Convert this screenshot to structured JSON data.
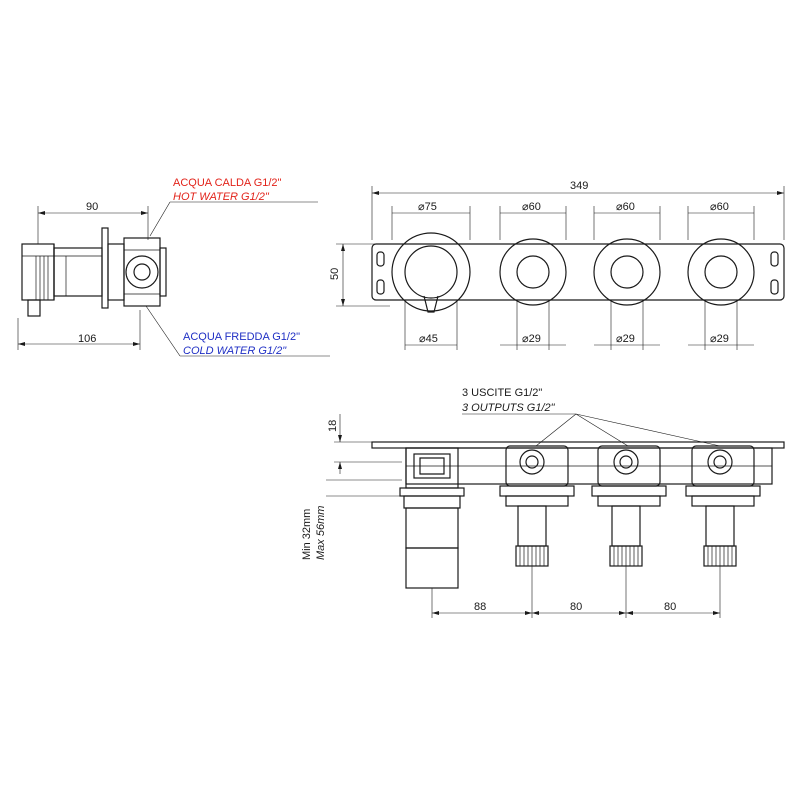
{
  "labels": {
    "hot_water_it": "ACQUA CALDA G1/2\"",
    "hot_water_en": "HOT WATER G1/2\"",
    "cold_water_it": "ACQUA FREDDA G1/2\"",
    "cold_water_en": "COLD WATER G1/2\"",
    "outputs_it": "3 USCITE G1/2\"",
    "outputs_en": "3 OUTPUTS G1/2\"",
    "depth_min": "Min 32mm",
    "depth_max": "Max 56mm"
  },
  "colors": {
    "hot": "#e2231a",
    "cold": "#1f2fc4",
    "line": "#1a1a1a"
  },
  "dimensions": {
    "side_top_width": "90",
    "side_bottom_width": "106",
    "front_total_width": "349",
    "front_height": "50",
    "dia_main_outer": "⌀75",
    "dia_knob_1": "⌀60",
    "dia_knob_2": "⌀60",
    "dia_knob_3": "⌀60",
    "dia_main_inner": "⌀45",
    "dia_inner_1": "⌀29",
    "dia_inner_2": "⌀29",
    "dia_inner_3": "⌀29",
    "top_plate_offset": "18",
    "spacing_1": "88",
    "spacing_2": "80",
    "spacing_3": "80"
  }
}
